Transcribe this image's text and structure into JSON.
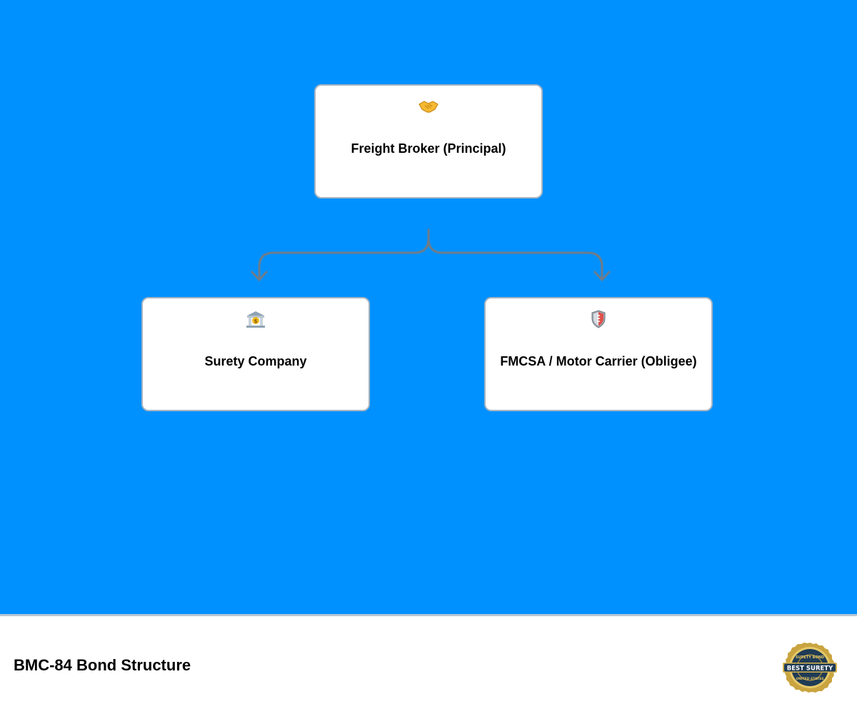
{
  "diagram": {
    "nodes": {
      "principal": {
        "label": "Freight Broker (Principal)",
        "icon": "handshake-icon"
      },
      "surety": {
        "label": "Surety Company",
        "icon": "bank-icon"
      },
      "obligee": {
        "label": "FMCSA / Motor Carrier (Obligee)",
        "icon": "shield-icon"
      }
    },
    "edges": [
      {
        "from": "principal",
        "to": "surety"
      },
      {
        "from": "principal",
        "to": "obligee"
      }
    ]
  },
  "footer": {
    "title": "BMC-84 Bond Structure",
    "logo": {
      "icon": "best-surety-seal-icon",
      "text_top": "SURETY BOND",
      "text_main": "BEST SURETY",
      "text_bottom": "UNITED STATES"
    }
  },
  "colors": {
    "canvas_background": "#0091ff",
    "node_background": "#ffffff",
    "node_border": "#a7b4c2",
    "connector": "#6f7c8a",
    "seal_gold": "#c9a440",
    "seal_navy": "#1f3b55"
  }
}
